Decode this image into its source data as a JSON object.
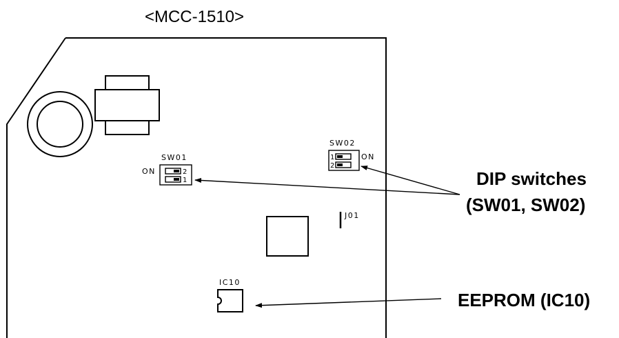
{
  "board": {
    "title": "<MCC-1510>"
  },
  "sw01": {
    "label": "SW01",
    "on_label": "ON",
    "pin_top": "2",
    "pin_bottom": "1"
  },
  "sw02": {
    "label": "SW02",
    "on_label": "ON",
    "pin_top": "1",
    "pin_bottom": "2"
  },
  "j01": {
    "label": "J01"
  },
  "ic10": {
    "label": "IC10"
  },
  "callouts": {
    "dip_line1": "DIP switches",
    "dip_line2": "(SW01, SW02)",
    "eeprom": "EEPROM (IC10)"
  },
  "colors": {
    "ink": "#000000",
    "background": "#ffffff"
  }
}
